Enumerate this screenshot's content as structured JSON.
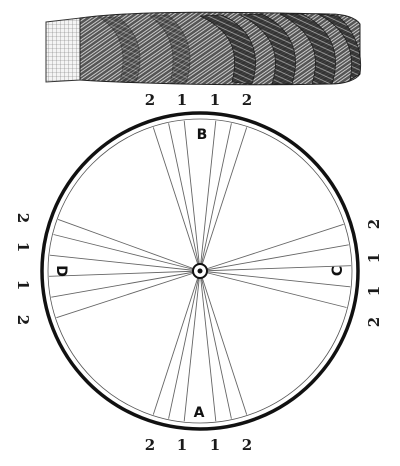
{
  "rope": {
    "name": "twisted-rope-segment"
  },
  "wheel": {
    "points": {
      "top": "B",
      "bottom": "A",
      "left": "D",
      "right": "C"
    }
  },
  "scale": {
    "top": [
      "2",
      "1",
      "1",
      "2"
    ],
    "bottom": [
      "2",
      "1",
      "1",
      "2"
    ],
    "left": [
      "2",
      "1",
      "1",
      "2"
    ],
    "right": [
      "2",
      "1",
      "1",
      "2"
    ]
  },
  "colors": {
    "ink": "#1a1a1a",
    "paper": "#ffffff",
    "rope_shade": "#3a3a3a"
  }
}
